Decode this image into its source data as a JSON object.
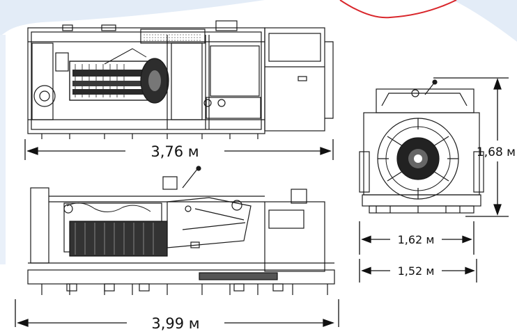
{
  "dimensions": {
    "top_length": "3,76 м",
    "bottom_length": "3,99 м",
    "height": "1,68 м",
    "width_upper": "1,62 м",
    "width_lower": "1,52 м"
  },
  "colors": {
    "background": "#ffffff",
    "bg_accent": "#dfe9f6",
    "outline": "#1a1a1a",
    "red_arc": "#d9262b"
  }
}
